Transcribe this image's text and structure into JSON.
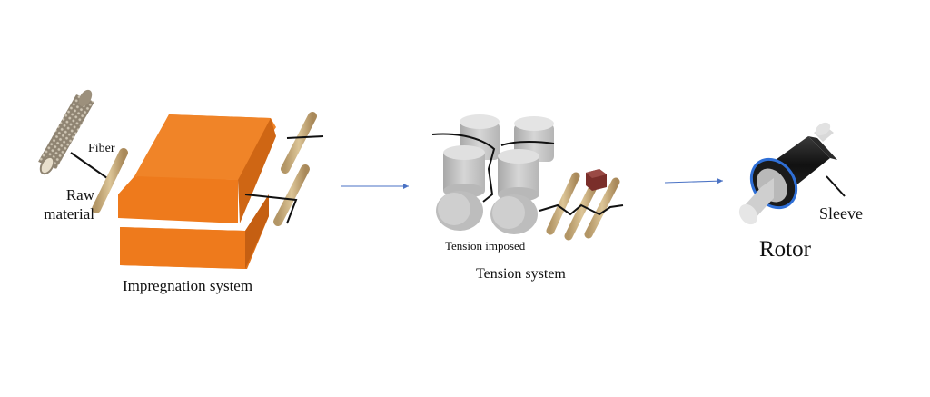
{
  "labels": {
    "raw_material_line1": "Raw",
    "raw_material_line2": "material",
    "fiber": "Fiber",
    "impregnation_system": "Impregnation system",
    "tension_imposed": "Tension imposed",
    "tension_system": "Tension system",
    "sleeve": "Sleeve",
    "rotor": "Rotor"
  },
  "colors": {
    "impregnation_orange": "#E87722",
    "roller_tan": "#C8AE7E",
    "fiber_black": "#111111",
    "arrow_blue": "#4A72C4",
    "sleeve_black": "#1C1C1C",
    "sleeve_blue_ring": "#2F6FD6",
    "weight_brown": "#7A2E2A",
    "tension_roller_gray": "#C4C4C4"
  },
  "icons": {
    "raw_material": "spool-icon",
    "impregnation": "resin-bath-icon",
    "tension": "tension-roller-icon",
    "rotor": "rotor-icon",
    "flow_arrow": "arrow-right-icon"
  }
}
